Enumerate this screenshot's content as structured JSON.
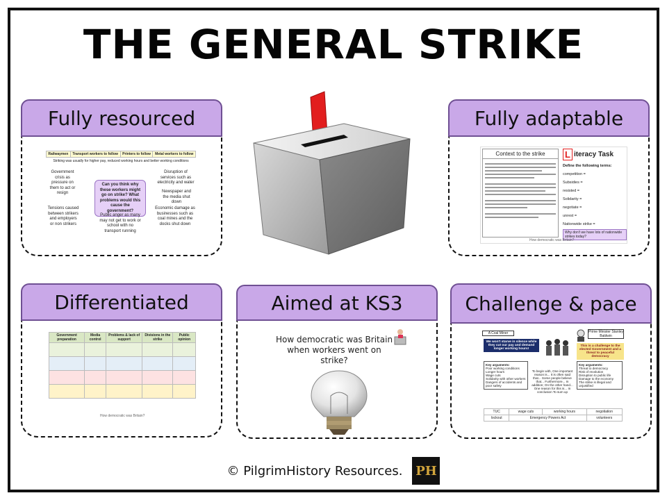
{
  "title": "THE GENERAL STRIKE",
  "colors": {
    "header_bg": "#c9a8e8",
    "header_border": "#6f4f93",
    "frame": "#111111",
    "ballot_red": "#e21e1e"
  },
  "cards": {
    "resourced": {
      "header": "Fully resourced",
      "table_headers": [
        "Railwaymen",
        "Transport workers to follow",
        "Printers to follow",
        "Metal workers to follow"
      ],
      "subtitle": "Striking was usually for higher pay, reduced working hours and better working conditions",
      "left_top": "Government crisis as pressure on them to act or resign",
      "left_bottom": "Tensions caused between strikers and employers or non strikers",
      "center_question": "Can you think why these workers might go on strike? What problems would this cause the government?",
      "center_bottom": "Public anger as many may not get to work or school with no transport running",
      "right_top": "Disruption of services such as electricity and water",
      "right_mid": "Newspaper and the media shut down",
      "right_bottom": "Economic damage as businesses such as coal mines and the docks shut down"
    },
    "adaptable": {
      "header": "Fully adaptable",
      "context_title": "Context to the strike",
      "literacy_title": "iteracy Task",
      "literacy_letter": "L",
      "define_label": "Define the following terms:",
      "terms": [
        "competition =",
        "Subsidies =",
        "resisted =",
        "Solidarity =",
        "negotiate =",
        "unrest =",
        "Nationwide strike ="
      ],
      "question": "Why don't we have lots of nationwide strikes today?",
      "footer_q": "How democratic was Britain?"
    },
    "differentiated": {
      "header": "Differentiated",
      "columns": [
        "Government preparation",
        "Media control",
        "Problems & lack of support",
        "Divisions in the strike",
        "Public opinion"
      ],
      "footer_q": "How democratic was Britain?"
    },
    "ks3": {
      "header": "Aimed at KS3",
      "question": "How democratic was Britain when workers went on strike?"
    },
    "challenge": {
      "header": "Challenge & pace",
      "left_label": "A Coal Miner",
      "right_label": "Prime Minister Stanley Baldwin",
      "left_quote": "We won't starve in silence while they cut our pay and demand longer working hours!",
      "right_quote": "This is a challenge to the elected Government and a threat to peaceful democracy",
      "key_args": "Key arguments:",
      "left_args": [
        "Poor working conditions",
        "Longer hours",
        "Wage cuts",
        "Solidarity with other workers",
        "Dangers of accidents and poor safety"
      ],
      "right_args": [
        "Threat to democracy",
        "Risk of revolution",
        "Disruption to public life",
        "Damage to the economy",
        "The strike is illegal and unjustified"
      ],
      "middle_text": "To begin with, One important reason is... It is often said that... Some people believe that... Furthermore... In addition; On the other hand... One reason for this is... In conclusion To sum up",
      "words_row1": [
        "TUC",
        "wage cuts",
        "working hours",
        "negotiation"
      ],
      "words_row2": [
        "lockout",
        "Emergency Powers Act",
        "volunteers"
      ]
    }
  },
  "footer": {
    "copyright": "© PilgrimHistory Resources.",
    "logo": "PH"
  }
}
